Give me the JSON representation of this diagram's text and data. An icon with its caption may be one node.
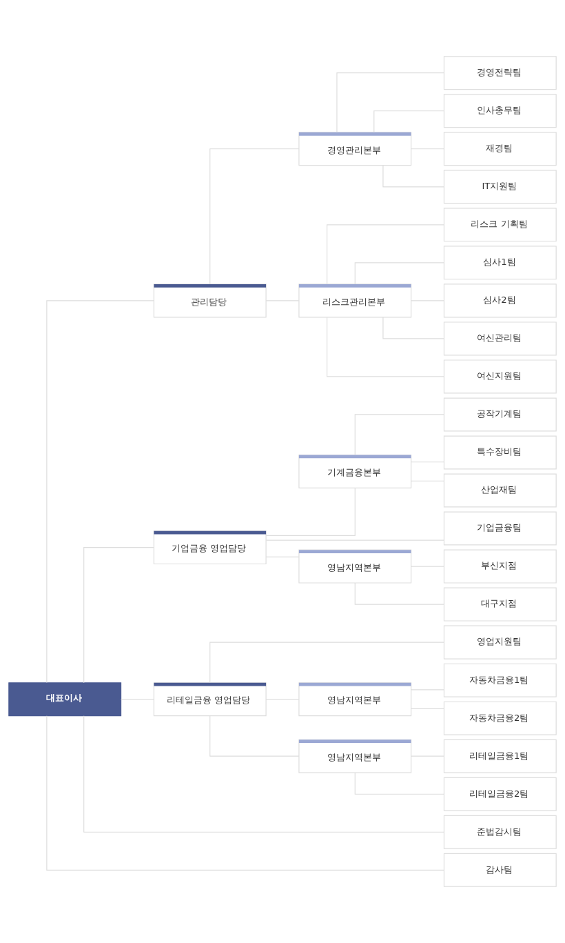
{
  "diagram": {
    "nodes": [
      {
        "text": [
          "대표이사"
        ]
      },
      {
        "text": [
          "관리담당"
        ]
      },
      {
        "text": [
          "경영관리본부"
        ]
      },
      {
        "text": [
          "경영전략팀"
        ]
      },
      {
        "text": [
          "인사총무팀"
        ]
      },
      {
        "text": [
          "재경팀"
        ]
      },
      {
        "text": [
          "IT지원팀"
        ]
      },
      {
        "text": [
          "리스크관리본부"
        ]
      },
      {
        "text": [
          "리스크 기획팀"
        ]
      },
      {
        "text": [
          "심사1팀"
        ]
      },
      {
        "text": [
          "심사2팀"
        ]
      },
      {
        "text": [
          "여신관리팀"
        ]
      },
      {
        "text": [
          "여신지원팀"
        ]
      },
      {
        "text": [
          "기업금융 영업담당"
        ]
      },
      {
        "text": [
          "기계금융본부"
        ]
      },
      {
        "text": [
          "공작기계팀"
        ]
      },
      {
        "text": [
          "특수장비팀"
        ]
      },
      {
        "text": [
          "산업재팀"
        ]
      },
      {
        "text": [
          "기업금융팀"
        ]
      },
      {
        "text": [
          "영남지역본부"
        ]
      },
      {
        "text": [
          "부신지점"
        ]
      },
      {
        "text": [
          "대구지점"
        ]
      },
      {
        "text": [
          "리테일금융 영업담당"
        ]
      },
      {
        "text": [
          "영업지원팀"
        ]
      },
      {
        "text": [
          "영남지역본부"
        ]
      },
      {
        "text": [
          "자동차금융1팀"
        ]
      },
      {
        "text": [
          "자동차금융2팀"
        ]
      },
      {
        "text": [
          "영남지역본부"
        ]
      },
      {
        "text": [
          "리테일금융1팀"
        ]
      },
      {
        "text": [
          "리테일금융2팀"
        ]
      },
      {
        "text": [
          "준법감시팀"
        ]
      },
      {
        "text": [
          "감사팀"
        ]
      }
    ],
    "edges": [
      {
        "from": 0,
        "to": 1,
        "arrow": "none"
      },
      {
        "from": 0,
        "to": 13,
        "arrow": "none"
      },
      {
        "from": 0,
        "to": 22,
        "arrow": "none"
      },
      {
        "from": 0,
        "to": 30,
        "arrow": "none"
      },
      {
        "from": 0,
        "to": 31,
        "arrow": "none"
      },
      {
        "from": 1,
        "to": 2,
        "arrow": "none"
      },
      {
        "from": 1,
        "to": 7,
        "arrow": "none"
      },
      {
        "from": 2,
        "to": 3,
        "arrow": "none"
      },
      {
        "from": 2,
        "to": 4,
        "arrow": "none"
      },
      {
        "from": 2,
        "to": 5,
        "arrow": "none"
      },
      {
        "from": 2,
        "to": 6,
        "arrow": "none"
      },
      {
        "from": 7,
        "to": 8,
        "arrow": "none"
      },
      {
        "from": 7,
        "to": 9,
        "arrow": "none"
      },
      {
        "from": 7,
        "to": 10,
        "arrow": "none"
      },
      {
        "from": 7,
        "to": 11,
        "arrow": "none"
      },
      {
        "from": 7,
        "to": 12,
        "arrow": "none"
      },
      {
        "from": 13,
        "to": 14,
        "arrow": "none"
      },
      {
        "from": 13,
        "to": 18,
        "arrow": "none"
      },
      {
        "from": 13,
        "to": 19,
        "arrow": "none"
      },
      {
        "from": 14,
        "to": 15,
        "arrow": "none"
      },
      {
        "from": 14,
        "to": 16,
        "arrow": "none"
      },
      {
        "from": 14,
        "to": 17,
        "arrow": "none"
      },
      {
        "from": 19,
        "to": 20,
        "arrow": "none"
      },
      {
        "from": 19,
        "to": 21,
        "arrow": "none"
      },
      {
        "from": 22,
        "to": 23,
        "arrow": "none"
      },
      {
        "from": 22,
        "to": 24,
        "arrow": "none"
      },
      {
        "from": 22,
        "to": 27,
        "arrow": "none"
      },
      {
        "from": 24,
        "to": 25,
        "arrow": "none"
      },
      {
        "from": 24,
        "to": 26,
        "arrow": "none"
      },
      {
        "from": 27,
        "to": 28,
        "arrow": "none"
      },
      {
        "from": 27,
        "to": 29,
        "arrow": "none"
      }
    ]
  }
}
